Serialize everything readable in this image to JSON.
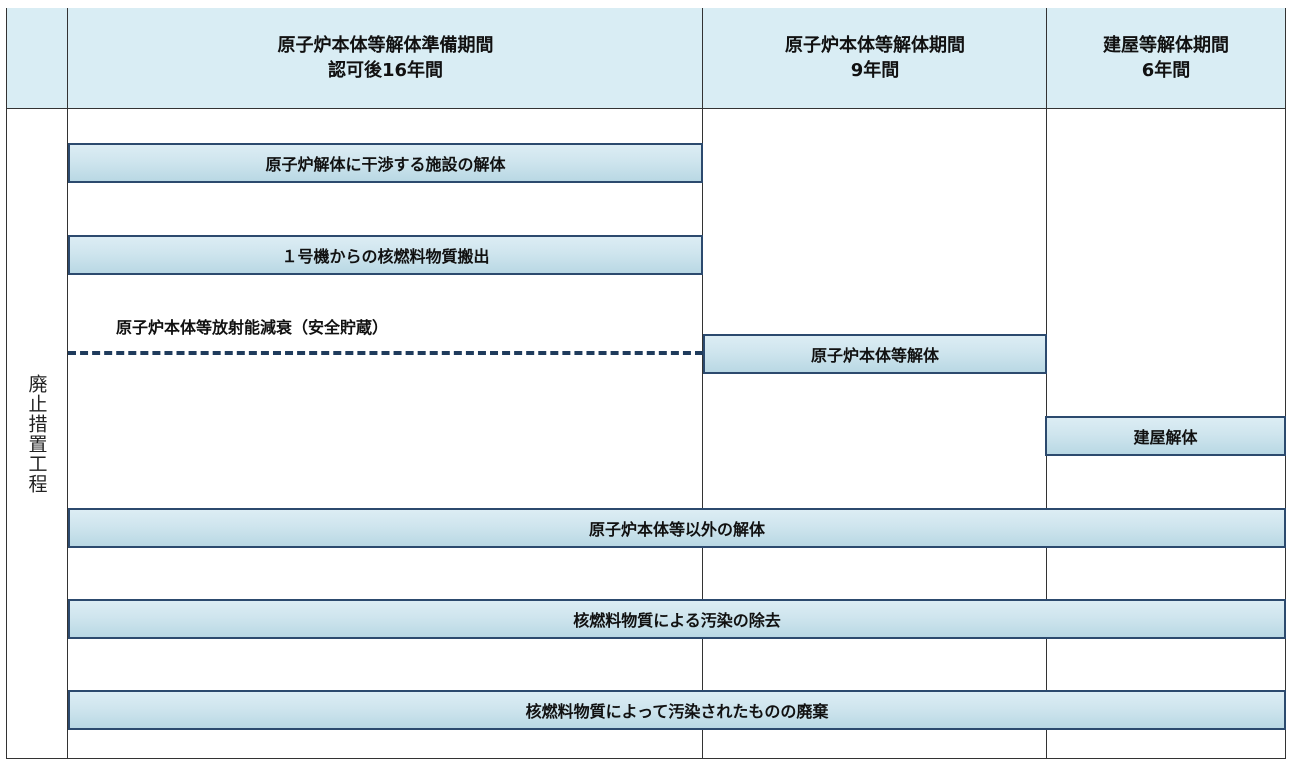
{
  "header": {
    "phase1": {
      "title": "原子炉本体等解体準備期間",
      "duration": "認可後16年間"
    },
    "phase2": {
      "title": "原子炉本体等解体期間",
      "duration": "9年間"
    },
    "phase3": {
      "title": "建屋等解体期間",
      "duration": "6年間"
    }
  },
  "side_label": "廃止措置工程",
  "tasks": {
    "interfering_facilities": "原子炉解体に干渉する施設の解体",
    "fuel_removal": "１号機からの核燃料物質搬出",
    "safe_storage": "原子炉本体等放射能減衰（安全貯蔵）",
    "reactor_dismantle": "原子炉本体等解体",
    "building_dismantle": "建屋解体",
    "other_dismantle": "原子炉本体等以外の解体",
    "decontamination": "核燃料物質による汚染の除去",
    "waste_disposal": "核燃料物質によって汚染されたものの廃棄"
  },
  "colors": {
    "bar_border": "#2c4a6e",
    "header_bg": "#d9edf4",
    "dash": "#1f3b5c"
  }
}
